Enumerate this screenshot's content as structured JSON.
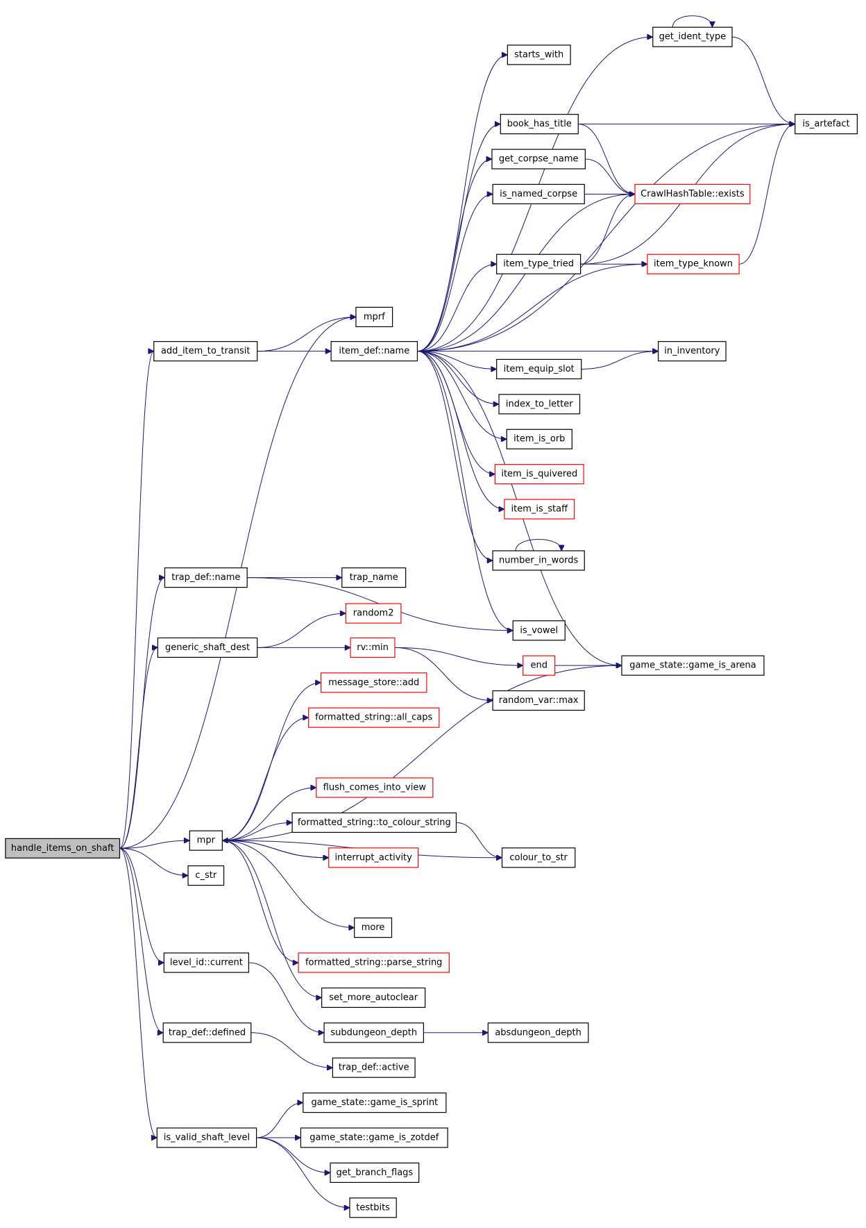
{
  "nodes": [
    {
      "id": "handle_items_on_shaft",
      "label": "handle_items_on_shaft",
      "style": "root"
    },
    {
      "id": "add_item_to_transit",
      "label": "add_item_to_transit",
      "style": "normal"
    },
    {
      "id": "mprf",
      "label": "mprf",
      "style": "normal"
    },
    {
      "id": "item_def_name",
      "label": "item_def::name",
      "style": "normal"
    },
    {
      "id": "get_ident_type",
      "label": "get_ident_type",
      "style": "normal"
    },
    {
      "id": "starts_with",
      "label": "starts_with",
      "style": "normal"
    },
    {
      "id": "is_artefact",
      "label": "is_artefact",
      "style": "normal"
    },
    {
      "id": "book_has_title",
      "label": "book_has_title",
      "style": "normal"
    },
    {
      "id": "get_corpse_name",
      "label": "get_corpse_name",
      "style": "normal"
    },
    {
      "id": "is_named_corpse",
      "label": "is_named_corpse",
      "style": "normal"
    },
    {
      "id": "crawlhash_exists",
      "label": "CrawlHashTable::exists",
      "style": "red"
    },
    {
      "id": "item_type_tried",
      "label": "item_type_tried",
      "style": "normal"
    },
    {
      "id": "item_type_known",
      "label": "item_type_known",
      "style": "red"
    },
    {
      "id": "in_inventory",
      "label": "in_inventory",
      "style": "normal"
    },
    {
      "id": "item_equip_slot",
      "label": "item_equip_slot",
      "style": "normal"
    },
    {
      "id": "index_to_letter",
      "label": "index_to_letter",
      "style": "normal"
    },
    {
      "id": "item_is_orb",
      "label": "item_is_orb",
      "style": "normal"
    },
    {
      "id": "item_is_quivered",
      "label": "item_is_quivered",
      "style": "red"
    },
    {
      "id": "item_is_staff",
      "label": "item_is_staff",
      "style": "red"
    },
    {
      "id": "number_in_words",
      "label": "number_in_words",
      "style": "normal"
    },
    {
      "id": "trap_def_name",
      "label": "trap_def::name",
      "style": "normal"
    },
    {
      "id": "trap_name",
      "label": "trap_name",
      "style": "normal"
    },
    {
      "id": "is_vowel",
      "label": "is_vowel",
      "style": "normal"
    },
    {
      "id": "random2",
      "label": "random2",
      "style": "red"
    },
    {
      "id": "generic_shaft_dest",
      "label": "generic_shaft_dest",
      "style": "normal"
    },
    {
      "id": "rv_min",
      "label": "rv::min",
      "style": "red"
    },
    {
      "id": "end",
      "label": "end",
      "style": "red"
    },
    {
      "id": "game_is_arena",
      "label": "game_state::game_is_arena",
      "style": "normal"
    },
    {
      "id": "random_var_max",
      "label": "random_var::max",
      "style": "normal"
    },
    {
      "id": "message_store_add",
      "label": "message_store::add",
      "style": "red"
    },
    {
      "id": "fs_all_caps",
      "label": "formatted_string::all_caps",
      "style": "red"
    },
    {
      "id": "flush_comes_into_view",
      "label": "flush_comes_into_view",
      "style": "red"
    },
    {
      "id": "fs_to_colour_string",
      "label": "formatted_string::to_colour_string",
      "style": "normal"
    },
    {
      "id": "mpr",
      "label": "mpr",
      "style": "normal"
    },
    {
      "id": "interrupt_activity",
      "label": "interrupt_activity",
      "style": "red"
    },
    {
      "id": "colour_to_str",
      "label": "colour_to_str",
      "style": "normal"
    },
    {
      "id": "c_str",
      "label": "c_str",
      "style": "normal"
    },
    {
      "id": "more",
      "label": "more",
      "style": "normal"
    },
    {
      "id": "fs_parse_string",
      "label": "formatted_string::parse_string",
      "style": "red"
    },
    {
      "id": "level_id_current",
      "label": "level_id::current",
      "style": "normal"
    },
    {
      "id": "set_more_autoclear",
      "label": "set_more_autoclear",
      "style": "normal"
    },
    {
      "id": "trap_def_defined",
      "label": "trap_def::defined",
      "style": "normal"
    },
    {
      "id": "subdungeon_depth",
      "label": "subdungeon_depth",
      "style": "normal"
    },
    {
      "id": "absdungeon_depth",
      "label": "absdungeon_depth",
      "style": "normal"
    },
    {
      "id": "trap_def_active",
      "label": "trap_def::active",
      "style": "normal"
    },
    {
      "id": "game_is_sprint",
      "label": "game_state::game_is_sprint",
      "style": "normal"
    },
    {
      "id": "is_valid_shaft_level",
      "label": "is_valid_shaft_level",
      "style": "normal"
    },
    {
      "id": "game_is_zotdef",
      "label": "game_state::game_is_zotdef",
      "style": "normal"
    },
    {
      "id": "get_branch_flags",
      "label": "get_branch_flags",
      "style": "normal"
    },
    {
      "id": "testbits",
      "label": "testbits",
      "style": "normal"
    }
  ],
  "edges": [
    [
      "handle_items_on_shaft",
      "add_item_to_transit"
    ],
    [
      "handle_items_on_shaft",
      "mprf"
    ],
    [
      "handle_items_on_shaft",
      "trap_def_name"
    ],
    [
      "handle_items_on_shaft",
      "generic_shaft_dest"
    ],
    [
      "handle_items_on_shaft",
      "mpr"
    ],
    [
      "handle_items_on_shaft",
      "c_str"
    ],
    [
      "handle_items_on_shaft",
      "level_id_current"
    ],
    [
      "handle_items_on_shaft",
      "trap_def_defined"
    ],
    [
      "handle_items_on_shaft",
      "is_valid_shaft_level"
    ],
    [
      "add_item_to_transit",
      "mprf"
    ],
    [
      "add_item_to_transit",
      "item_def_name"
    ],
    [
      "item_def_name",
      "get_ident_type"
    ],
    [
      "item_def_name",
      "starts_with"
    ],
    [
      "item_def_name",
      "is_artefact"
    ],
    [
      "item_def_name",
      "book_has_title"
    ],
    [
      "item_def_name",
      "get_corpse_name"
    ],
    [
      "item_def_name",
      "is_named_corpse"
    ],
    [
      "item_def_name",
      "crawlhash_exists"
    ],
    [
      "item_def_name",
      "item_type_tried"
    ],
    [
      "item_def_name",
      "item_type_known"
    ],
    [
      "item_def_name",
      "in_inventory"
    ],
    [
      "item_def_name",
      "item_equip_slot"
    ],
    [
      "item_def_name",
      "index_to_letter"
    ],
    [
      "item_def_name",
      "item_is_orb"
    ],
    [
      "item_def_name",
      "item_is_quivered"
    ],
    [
      "item_def_name",
      "item_is_staff"
    ],
    [
      "item_def_name",
      "number_in_words"
    ],
    [
      "item_def_name",
      "is_vowel"
    ],
    [
      "item_def_name",
      "game_is_arena"
    ],
    [
      "get_ident_type",
      "get_ident_type"
    ],
    [
      "get_ident_type",
      "is_artefact"
    ],
    [
      "book_has_title",
      "is_artefact"
    ],
    [
      "book_has_title",
      "crawlhash_exists"
    ],
    [
      "get_corpse_name",
      "crawlhash_exists"
    ],
    [
      "is_named_corpse",
      "crawlhash_exists"
    ],
    [
      "item_type_tried",
      "crawlhash_exists"
    ],
    [
      "item_type_tried",
      "is_artefact"
    ],
    [
      "item_type_tried",
      "item_type_known"
    ],
    [
      "item_type_known",
      "is_artefact"
    ],
    [
      "item_equip_slot",
      "in_inventory"
    ],
    [
      "number_in_words",
      "number_in_words"
    ],
    [
      "trap_def_name",
      "trap_name"
    ],
    [
      "trap_def_name",
      "is_vowel"
    ],
    [
      "generic_shaft_dest",
      "random2"
    ],
    [
      "generic_shaft_dest",
      "rv_min"
    ],
    [
      "rv_min",
      "end"
    ],
    [
      "rv_min",
      "random_var_max"
    ],
    [
      "end",
      "game_is_arena"
    ],
    [
      "mpr",
      "message_store_add"
    ],
    [
      "mpr",
      "fs_all_caps"
    ],
    [
      "mpr",
      "game_is_arena"
    ],
    [
      "mpr",
      "flush_comes_into_view"
    ],
    [
      "mpr",
      "fs_to_colour_string"
    ],
    [
      "mpr",
      "interrupt_activity"
    ],
    [
      "mpr",
      "colour_to_str"
    ],
    [
      "mpr",
      "more"
    ],
    [
      "mpr",
      "fs_parse_string"
    ],
    [
      "mpr",
      "set_more_autoclear"
    ],
    [
      "fs_to_colour_string",
      "colour_to_str"
    ],
    [
      "interrupt_activity",
      "mpr"
    ],
    [
      "level_id_current",
      "subdungeon_depth"
    ],
    [
      "subdungeon_depth",
      "absdungeon_depth"
    ],
    [
      "trap_def_defined",
      "trap_def_active"
    ],
    [
      "is_valid_shaft_level",
      "game_is_sprint"
    ],
    [
      "is_valid_shaft_level",
      "game_is_zotdef"
    ],
    [
      "is_valid_shaft_level",
      "get_branch_flags"
    ],
    [
      "is_valid_shaft_level",
      "testbits"
    ]
  ],
  "colors": {
    "edge": "#191970",
    "node_border": "#000000",
    "truncated_border": "#ff0000",
    "root_fill": "#bfbfbf",
    "background": "#ffffff"
  }
}
